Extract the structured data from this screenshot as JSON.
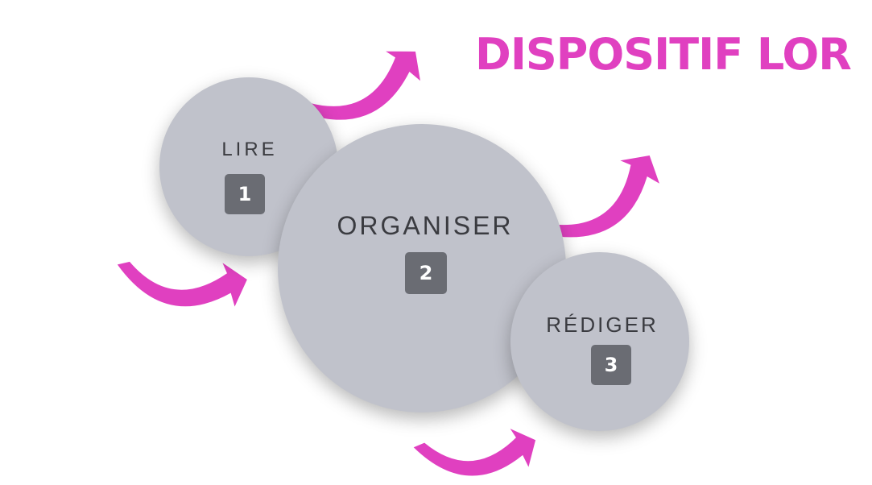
{
  "title": "DISPOSITIF LOR",
  "colors": {
    "accent": "#e040c0",
    "circle": "#c0c2cb",
    "badge": "#6a6c73",
    "text": "#3a3b40"
  },
  "steps": [
    {
      "label": "LIRE",
      "number": "1"
    },
    {
      "label": "ORGANISER",
      "number": "2"
    },
    {
      "label": "RÉDIGER",
      "number": "3"
    }
  ]
}
